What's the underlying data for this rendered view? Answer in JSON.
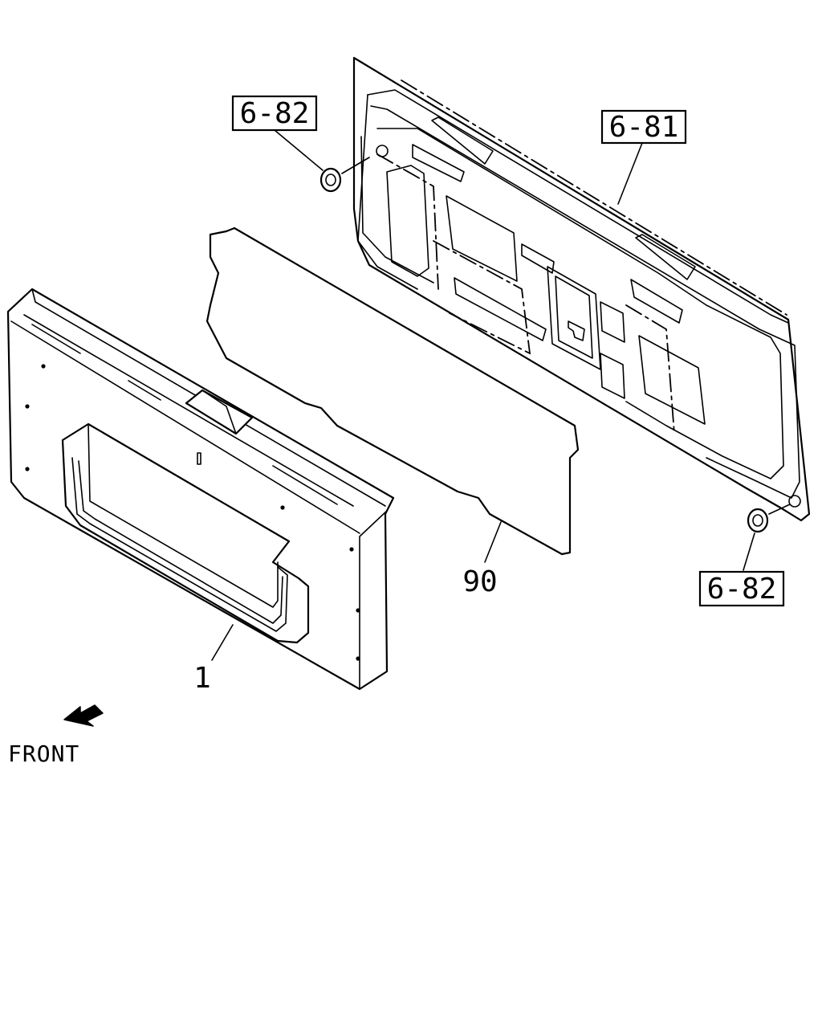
{
  "callouts": {
    "grommet_top": "6-82",
    "door_panel": "6-81",
    "grommet_bottom": "6-82",
    "sealing_sheet": "90",
    "trim_panel": "1"
  },
  "direction": {
    "label": "FRONT"
  }
}
